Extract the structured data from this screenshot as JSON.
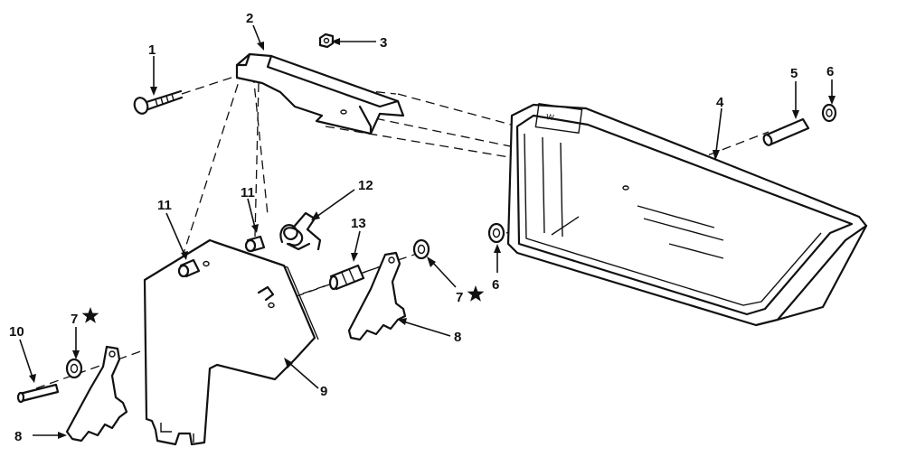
{
  "callouts": {
    "c1": "1",
    "c2": "2",
    "c3": "3",
    "c4": "4",
    "c5": "5",
    "c6a": "6",
    "c6b": "6",
    "c7a": "7",
    "c7b": "7",
    "c8a": "8",
    "c8b": "8",
    "c9": "9",
    "c10": "10",
    "c11a": "11",
    "c11b": "11",
    "c12": "12",
    "c13": "13"
  }
}
